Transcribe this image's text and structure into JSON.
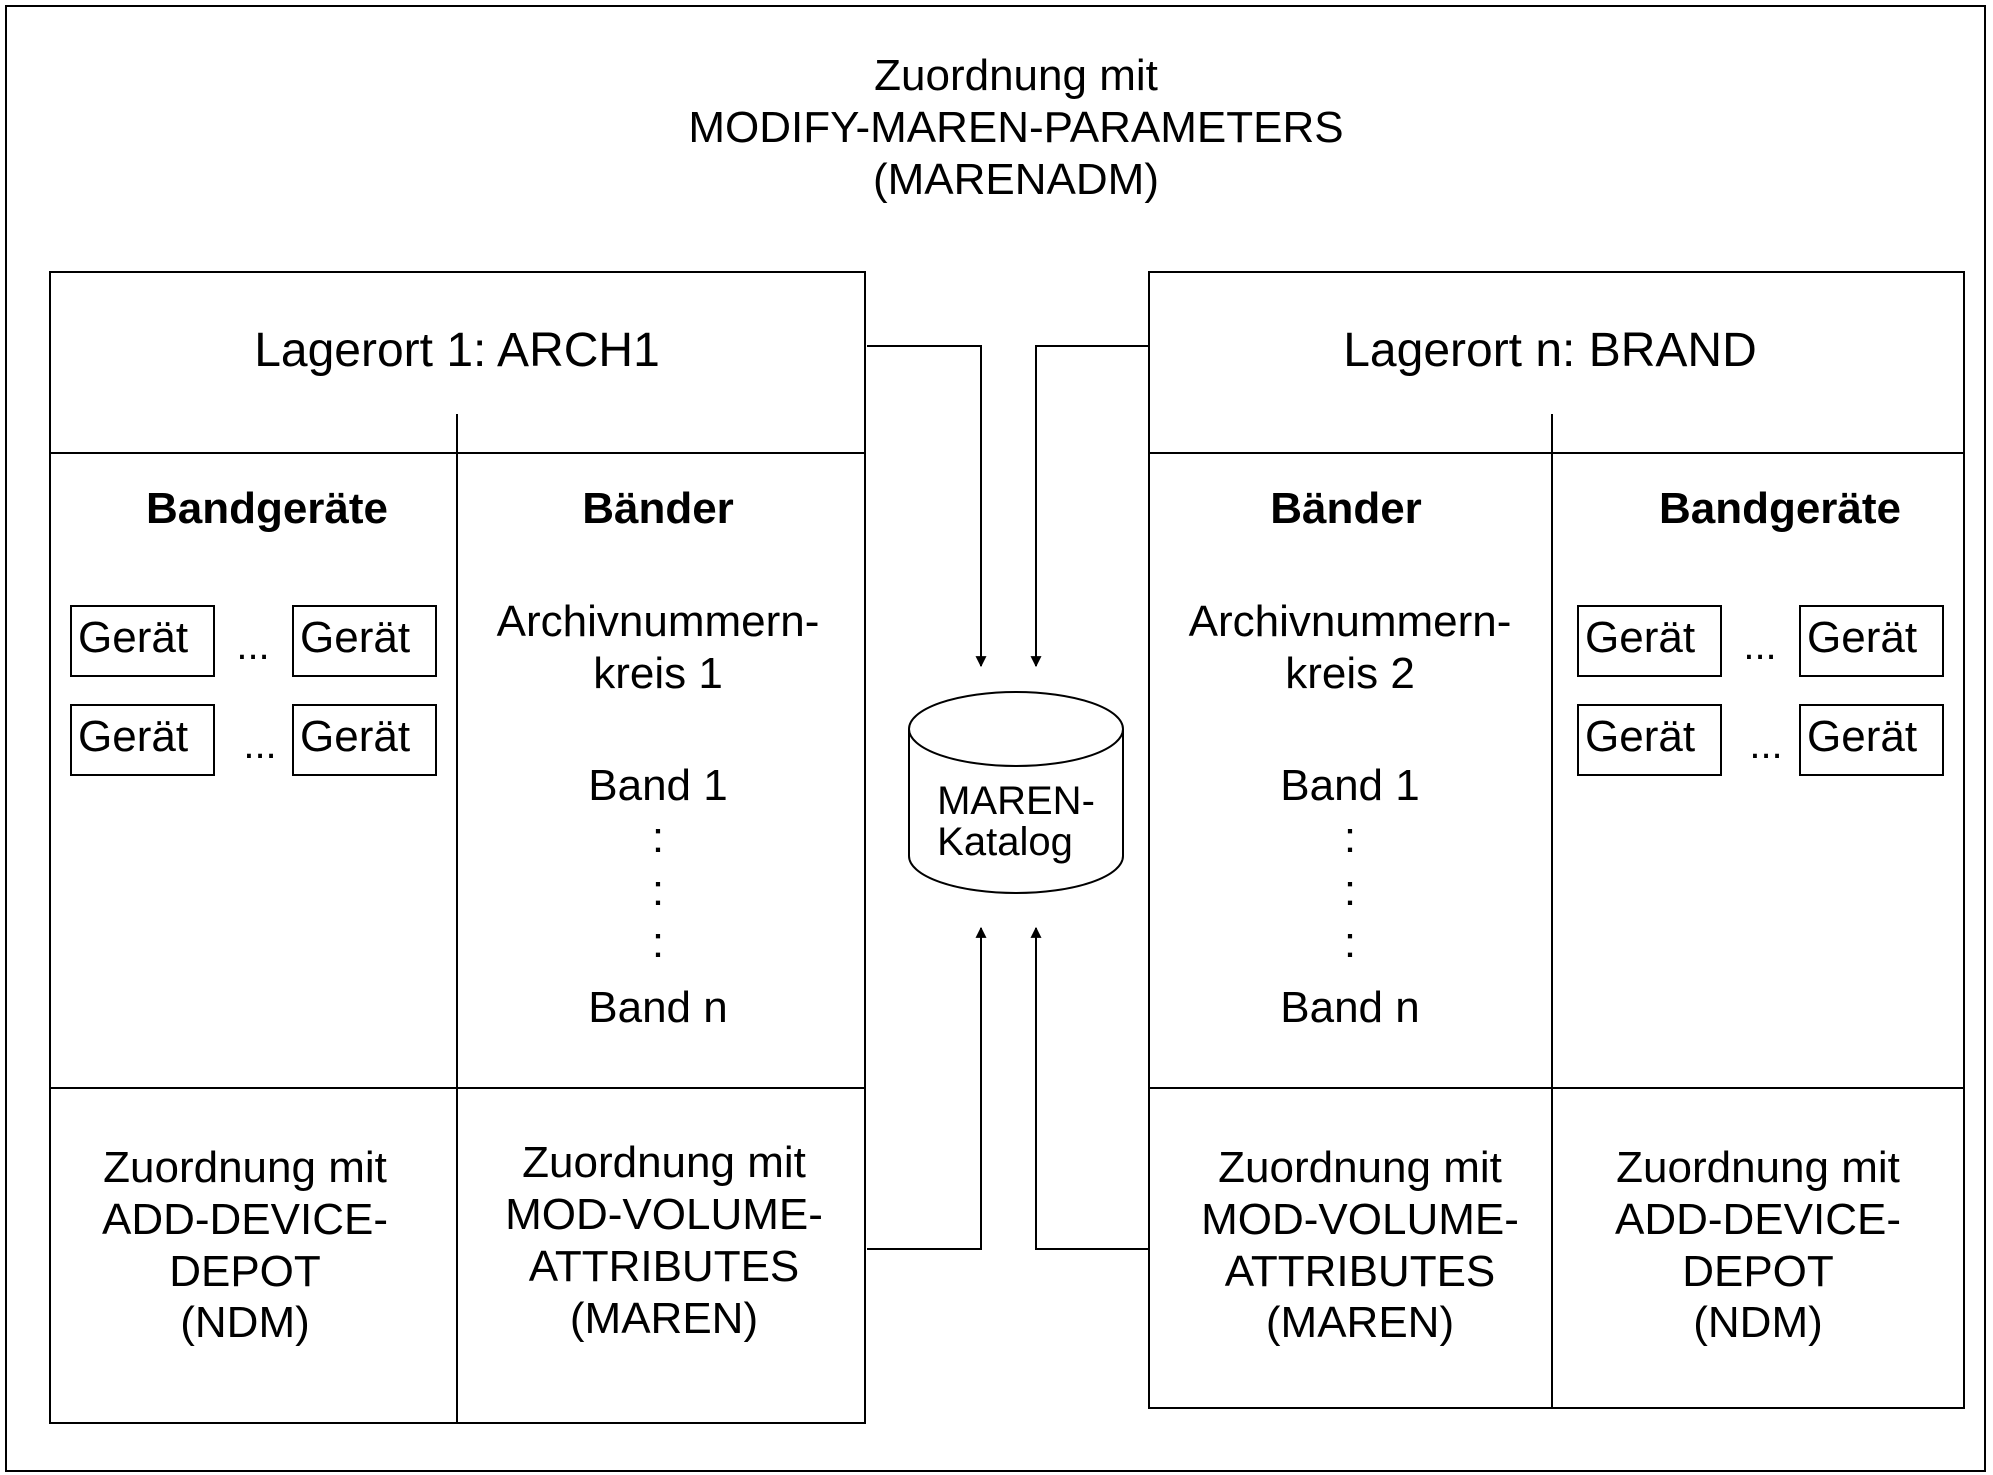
{
  "header": {
    "lines": [
      "Zuordnung mit",
      "MODIFY-MAREN-PARAMETERS",
      "(MARENADM)"
    ]
  },
  "left_location": {
    "title": "Lagerort 1: ARCH1",
    "devices_header": "Bandgeräte",
    "volumes_header": "Bänder",
    "devices": [
      "Gerät",
      "Gerät",
      "Gerät",
      "Gerät"
    ],
    "ellipsis": "...",
    "range_lines": [
      "Archivnummern-",
      "kreis 1"
    ],
    "band_first": "Band 1",
    "colon": ":",
    "band_last": "Band n",
    "devices_assignment": [
      "Zuordnung mit",
      "ADD-DEVICE-",
      "DEPOT",
      "(NDM)"
    ],
    "volumes_assignment": [
      "Zuordnung mit",
      "MOD-VOLUME-",
      "ATTRIBUTES",
      "(MAREN)"
    ]
  },
  "right_location": {
    "title": "Lagerort n: BRAND",
    "volumes_header": "Bänder",
    "devices_header": "Bandgeräte",
    "devices": [
      "Gerät",
      "Gerät",
      "Gerät",
      "Gerät"
    ],
    "ellipsis": "...",
    "range_lines": [
      "Archivnummern-",
      "kreis 2"
    ],
    "band_first": "Band 1",
    "colon": ":",
    "band_last": "Band n",
    "volumes_assignment": [
      "Zuordnung mit",
      "MOD-VOLUME-",
      "ATTRIBUTES",
      "(MAREN)"
    ],
    "devices_assignment": [
      "Zuordnung mit",
      "ADD-DEVICE-",
      "DEPOT",
      "(NDM)"
    ]
  },
  "catalog": {
    "lines": [
      "MAREN-",
      "Katalog"
    ]
  }
}
